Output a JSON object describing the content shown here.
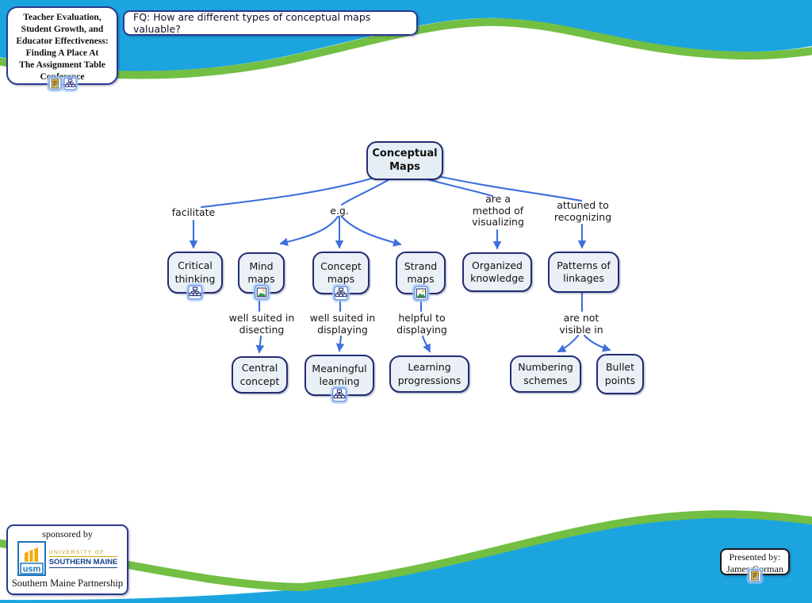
{
  "title_box": {
    "lines": [
      "Teacher Evaluation,",
      "Student Growth, and",
      "Educator Effectiveness:",
      "Finding A Place At",
      "The Assignment Table",
      "Conference"
    ],
    "icons": [
      "document-icon",
      "concept-map-icon"
    ]
  },
  "focus_question": "FQ: How are different types of conceptual maps valuable?",
  "map": {
    "root": {
      "label": "Conceptual Maps"
    },
    "nodes": {
      "critical_thinking": {
        "label": "Critical thinking",
        "icon": "concept-map-icon"
      },
      "mind_maps": {
        "label": "Mind maps",
        "icon": "image-icon"
      },
      "concept_maps": {
        "label": "Concept maps",
        "icon": "concept-map-icon"
      },
      "strand_maps": {
        "label": "Strand maps",
        "icon": "image-icon"
      },
      "organized_knowledge": {
        "label": "Organized knowledge"
      },
      "patterns_of_linkages": {
        "label": "Patterns of linkages"
      },
      "central_concept": {
        "label": "Central concept"
      },
      "meaningful_learning": {
        "label": "Meaningful learning",
        "icon": "concept-map-icon"
      },
      "learning_progressions": {
        "label": "Learning progressions"
      },
      "numbering_schemes": {
        "label": "Numbering schemes"
      },
      "bullet_points": {
        "label": "Bullet points"
      }
    },
    "linking_phrases": {
      "facilitate": {
        "label": "facilitate"
      },
      "eg": {
        "label": "e.g."
      },
      "method": {
        "label": "are a method of visualizing"
      },
      "attuned": {
        "label": "attuned to recognizing"
      },
      "disecting": {
        "label": "well suited in disecting"
      },
      "displaying": {
        "label": "well suited in displaying"
      },
      "helpful": {
        "label": "helpful to displaying"
      },
      "not_visible": {
        "label": "are not visible in"
      }
    }
  },
  "sponsor": {
    "sponsored_by": "sponsored by",
    "usm": "usm",
    "university_of": "UNIVERSITY OF",
    "southern_maine": "SOUTHERN MAINE",
    "partnership": "Southern Maine Partnership"
  },
  "presented": {
    "label": "Presented by:",
    "name": "James Gorman",
    "icon": "document-icon"
  },
  "colors": {
    "wave_blue": "#1CA4DF",
    "wave_green": "#72BF44",
    "connector_blue": "#3E6FDC",
    "node_border": "#222C72",
    "node_fill": "#EAF0F6",
    "box_border": "#2B3990",
    "usm_blue": "#16418C",
    "usm_gold": "#C7A511"
  }
}
